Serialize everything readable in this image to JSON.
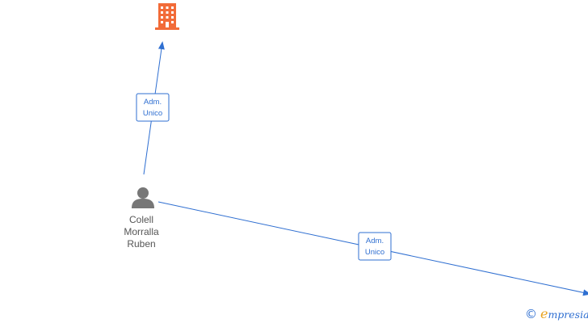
{
  "diagram": {
    "person": {
      "name_lines": [
        "Colell",
        "Morralla",
        "Ruben"
      ],
      "icon": "person-icon",
      "icon_color": "#777777"
    },
    "company": {
      "icon": "building-icon",
      "icon_color": "#f26b38"
    },
    "edges": [
      {
        "label_lines": [
          "Adm.",
          "Unico"
        ]
      },
      {
        "label_lines": [
          "Adm.",
          "Unico"
        ]
      }
    ],
    "edge_color": "#2f6fd1"
  },
  "watermark": {
    "copyright": "©",
    "brand_initial": "e",
    "brand_rest": "mpresia"
  }
}
